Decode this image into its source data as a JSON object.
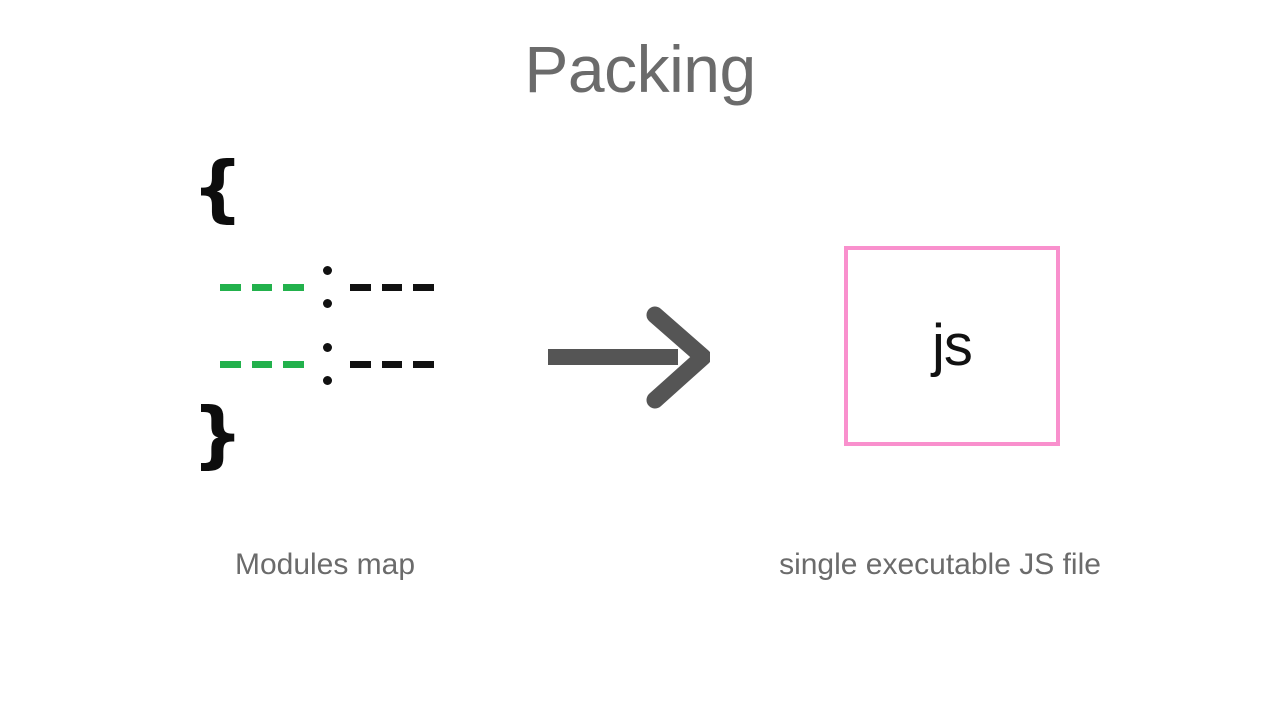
{
  "slide": {
    "title": "Packing",
    "background_color": "#ffffff",
    "title_color": "#6b6b6b"
  },
  "modules_map": {
    "caption": "Modules map",
    "brace_open": "{",
    "brace_close": "}",
    "key_color": "#22b14c",
    "value_color": "#111111",
    "entries": [
      {
        "key_dashes": 3,
        "separator": ":",
        "value_dashes": 3
      },
      {
        "key_dashes": 3,
        "separator": ":",
        "value_dashes": 3
      }
    ]
  },
  "arrow": {
    "icon": "arrow-right-icon",
    "direction": "right",
    "color": "#555555"
  },
  "output": {
    "caption": "single executable JS file",
    "box_label": "js",
    "border_color": "#f990cd",
    "label_color": "#111111"
  }
}
